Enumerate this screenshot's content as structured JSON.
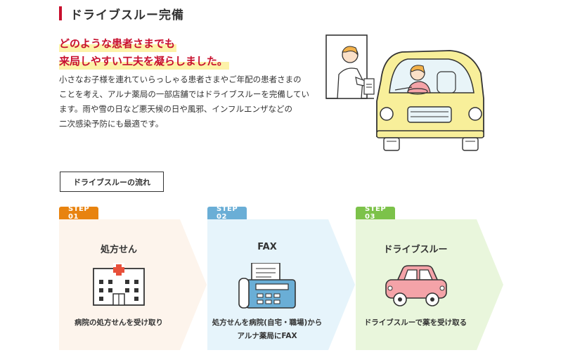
{
  "section": {
    "title": "ドライブスルー完備"
  },
  "lead": {
    "line1": "どのような患者さまでも",
    "line2": "来局しやすい工夫を凝らしました。"
  },
  "body": {
    "lines": [
      "小さなお子様を連れていらっしゃる患者さまやご年配の患者さまの",
      "ことを考え、アルナ薬局の一部店舗ではドライブスルーを完備してい",
      "ます。雨や雪の日など悪天候の日や風邪、インフルエンザなどの",
      "二次感染予防にも最適です。"
    ]
  },
  "flow_button": {
    "label": "ドライブスルーの流れ"
  },
  "steps": [
    {
      "tag": "STEP 01",
      "title": "処方せん",
      "desc_line1": "病院の処方せんを受け取り",
      "desc_line2": "",
      "icon": "hospital-icon",
      "tag_color": "#e8830f",
      "panel_color": "#fdf4ec"
    },
    {
      "tag": "STEP 02",
      "title": "FAX",
      "desc_line1": "処方せんを病院(自宅・職場)から",
      "desc_line2": "アルナ薬局にFAX",
      "icon": "fax-icon",
      "tag_color": "#6aaed6",
      "panel_color": "#e6f4fb"
    },
    {
      "tag": "STEP 03",
      "title": "ドライブスルー",
      "desc_line1": "ドライブスルーで薬を受け取る",
      "desc_line2": "",
      "icon": "car-icon",
      "tag_color": "#7cc24a",
      "panel_color": "#e9f6dc"
    }
  ],
  "colors": {
    "accent_red": "#c8102e",
    "highlight_yellow": "#fdf2a8",
    "car_yellow": "#f8ef9a",
    "car_pink": "#f4a3a8"
  }
}
